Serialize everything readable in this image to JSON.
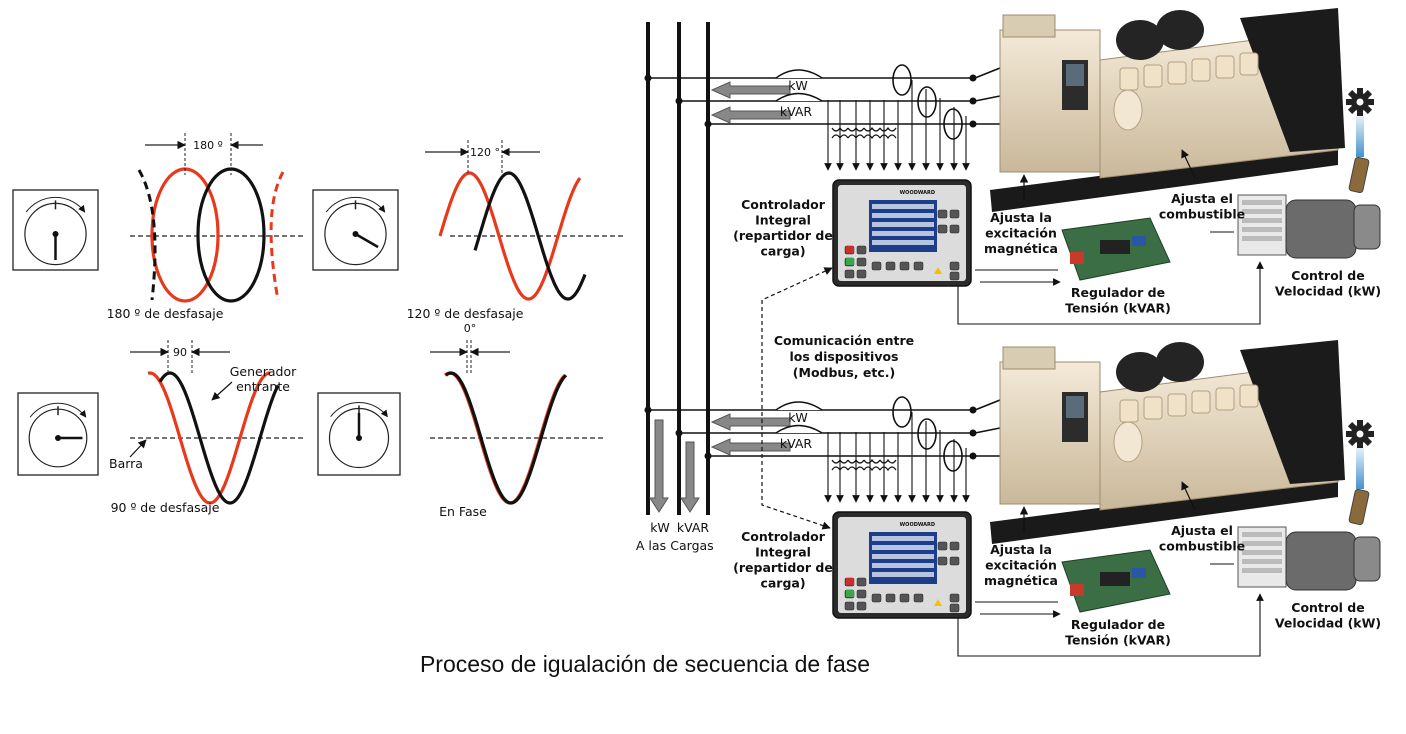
{
  "caption": "Proceso de igualación de secuencia de fase",
  "colors": {
    "bar_wave": "#e8391d",
    "incoming_wave": "#111111",
    "gray_arrow": "#888888",
    "genset_body": "#e8dcc6",
    "sensor_blue": "#2f86c8"
  },
  "phase_panels": [
    {
      "angle_label": "180 º",
      "caption": "180 º de desfasaje",
      "phase_deg": 180
    },
    {
      "angle_label": "120 °",
      "caption": "120 º de desfasaje",
      "phase_deg": 120
    },
    {
      "angle_label": "90",
      "caption": "90 º de desfasaje",
      "phase_deg": 90
    },
    {
      "angle_label": "0°",
      "caption": "En Fase",
      "phase_deg": 0
    }
  ],
  "wave_labels": {
    "incoming": "Generador\nentrante",
    "bus": "Barra"
  },
  "bus": {
    "kw": "kW",
    "kvar": "kVAR",
    "loads_kw": "kW",
    "loads_kvar": "kVAR",
    "loads_label_1": "A las",
    "loads_label_2": "Cargas"
  },
  "controller": {
    "label": "Controlador\nIntegral\n(repartidor de\ncarga)",
    "brand": "WOODWARD"
  },
  "communication": "Comunicación entre\nlos dispositivos\n(Modbus, etc.)",
  "excitation": "Ajusta la\nexcitación\nmagnética",
  "fuel": "Ajusta el\ncombustible",
  "regulator": "Regulador de\nTensión (kVAR)",
  "speed_control": "Control de\nVelocidad (kW)"
}
